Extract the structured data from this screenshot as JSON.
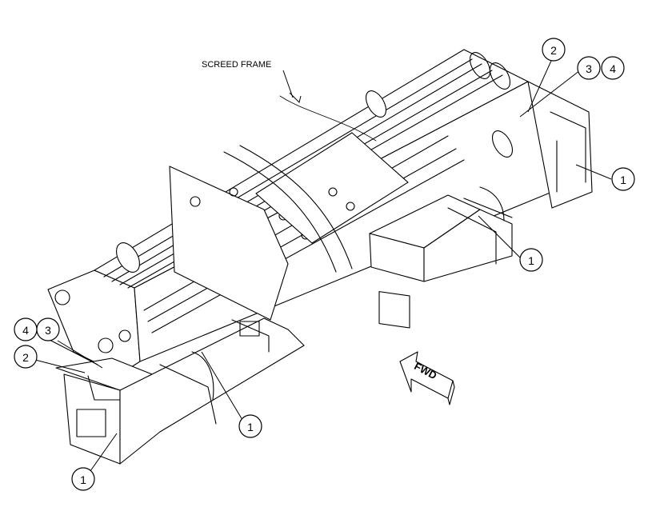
{
  "labels": {
    "screed_frame": "SCREED FRAME",
    "fwd": "FWD"
  },
  "callouts": [
    {
      "id": "c1-right",
      "text": "1"
    },
    {
      "id": "c1-mid-right",
      "text": "1"
    },
    {
      "id": "c1-mid-left",
      "text": "1"
    },
    {
      "id": "c1-bottom-left",
      "text": "1"
    },
    {
      "id": "c2-top",
      "text": "2"
    },
    {
      "id": "c3-top",
      "text": "3"
    },
    {
      "id": "c4-top",
      "text": "4"
    },
    {
      "id": "c4-left",
      "text": "4"
    },
    {
      "id": "c3-left",
      "text": "3"
    },
    {
      "id": "c2-left",
      "text": "2"
    }
  ]
}
